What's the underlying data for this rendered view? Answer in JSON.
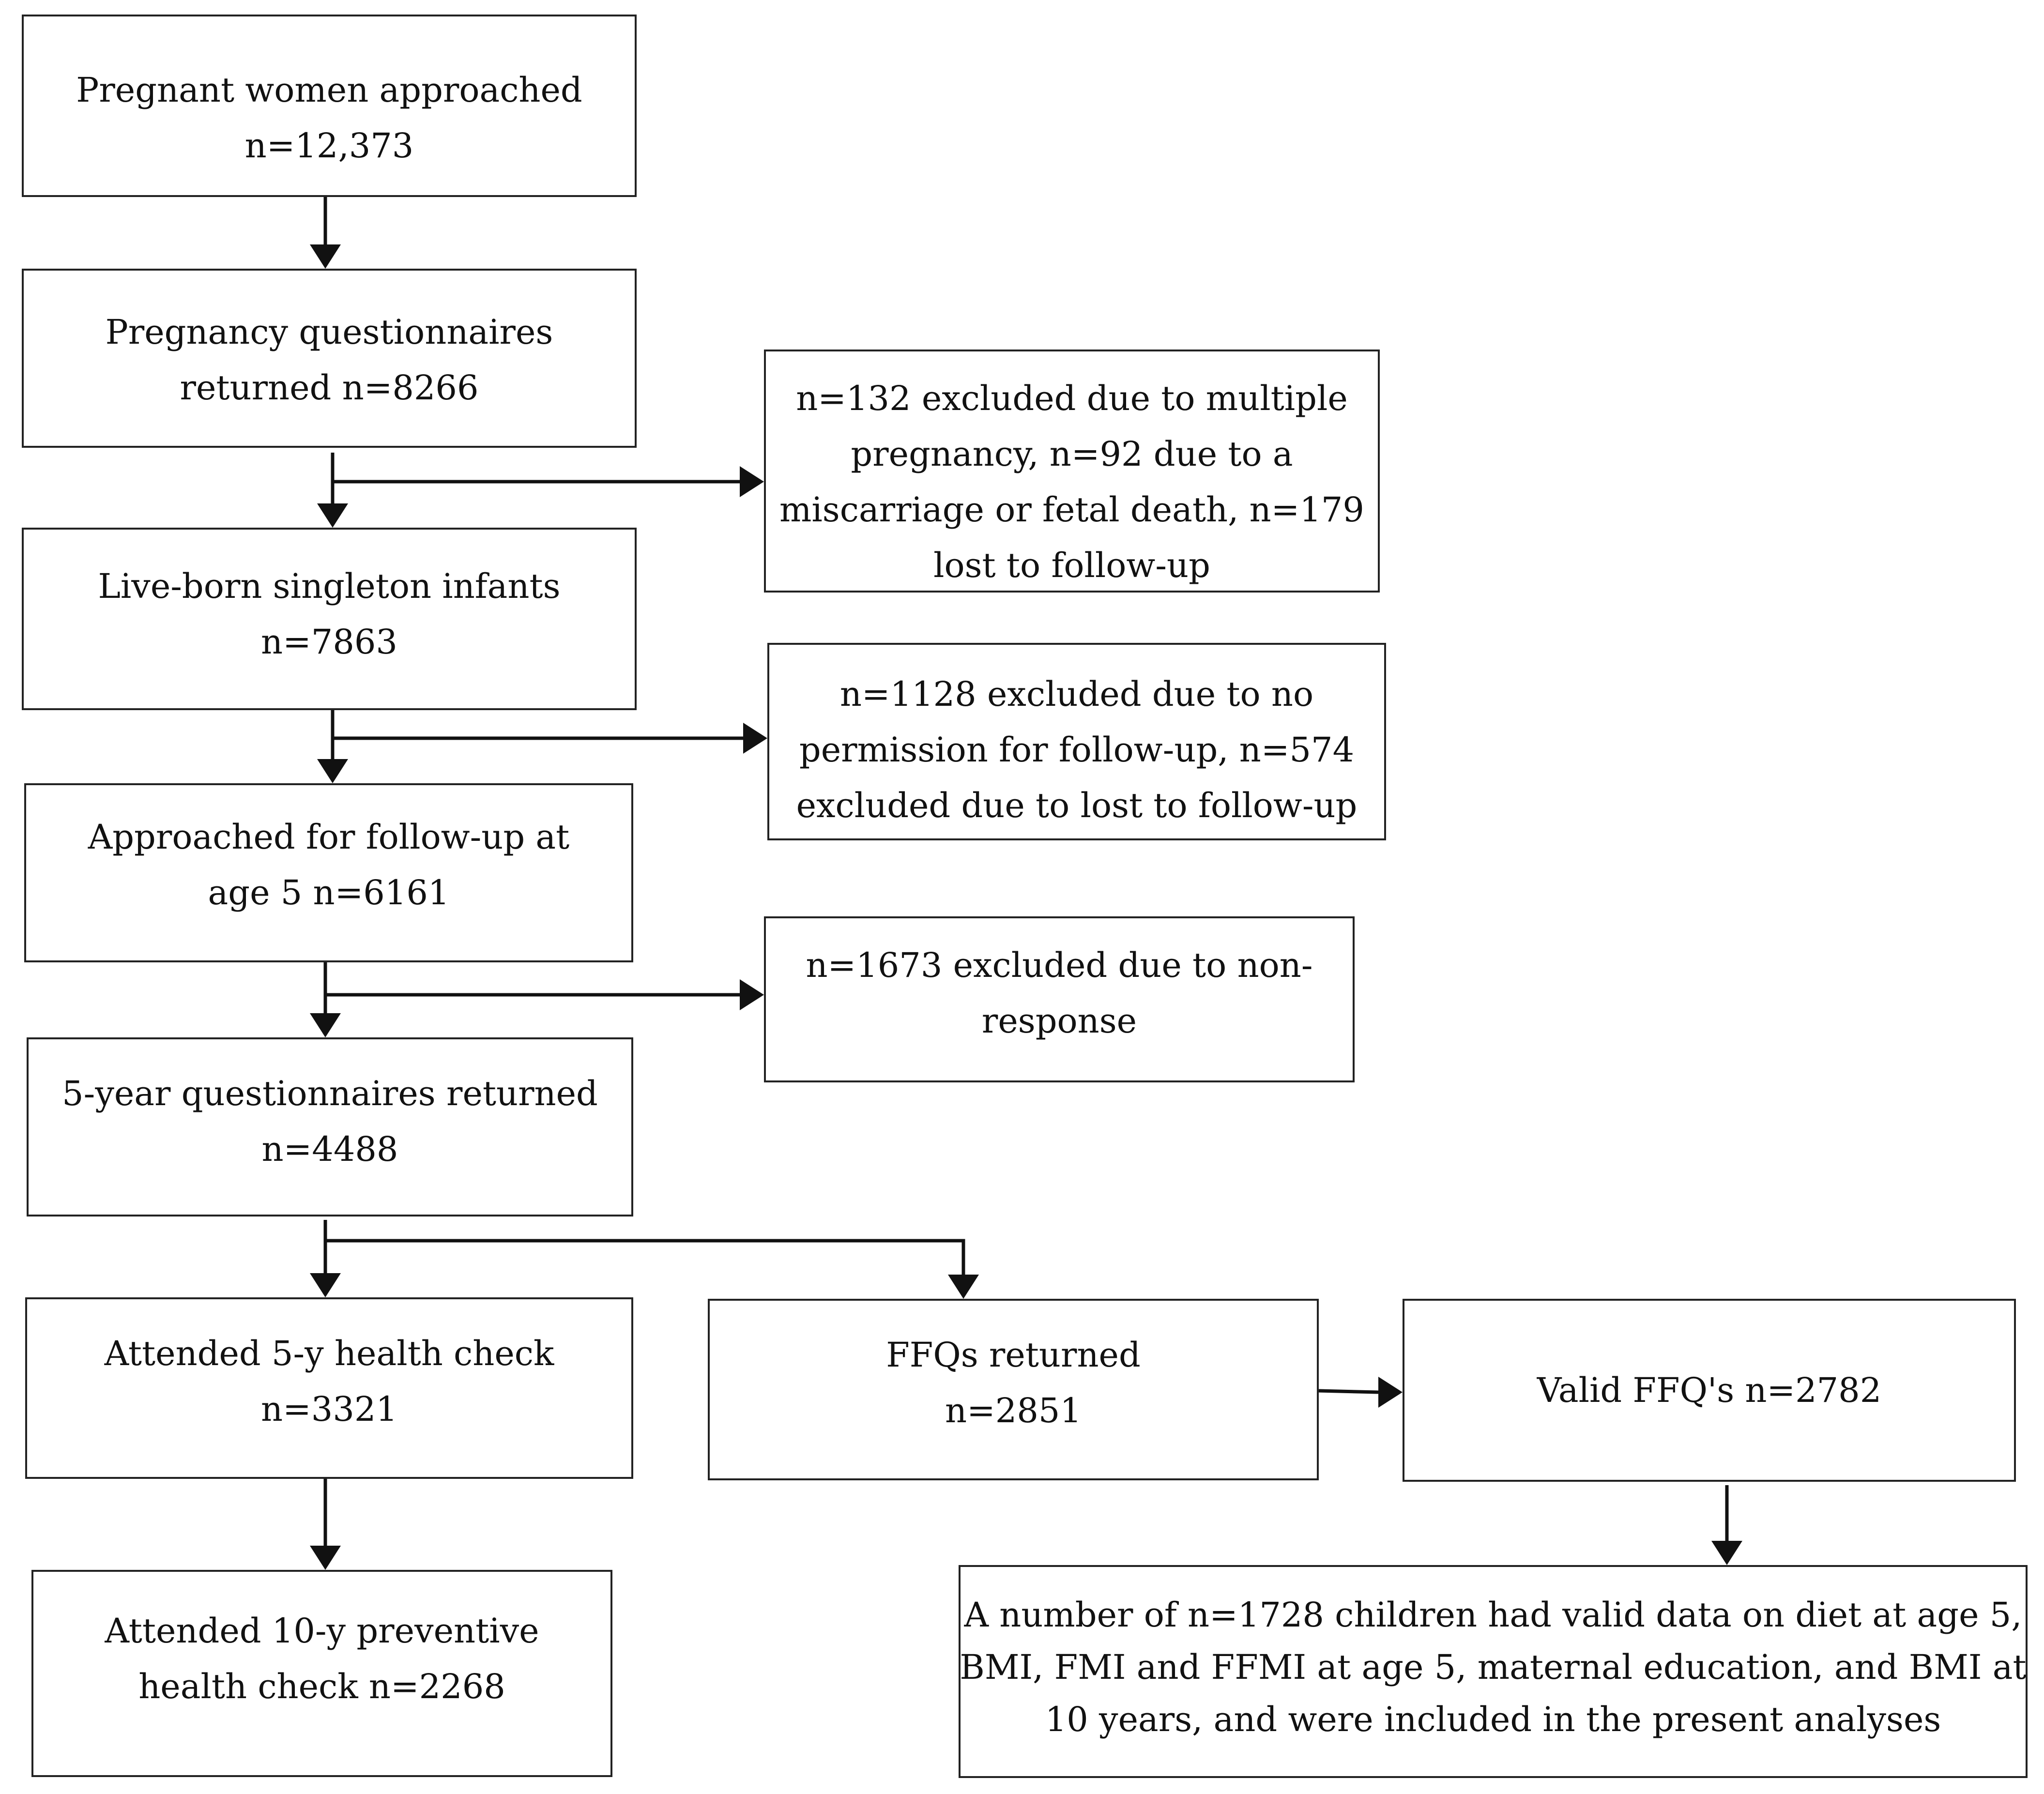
{
  "flowchart": {
    "approached": {
      "lines": [
        "Pregnant women approached",
        "n=12,373"
      ]
    },
    "pregnancy_q": {
      "lines": [
        "Pregnancy questionnaires",
        "returned n=8266"
      ]
    },
    "excl_1": {
      "lines": [
        "n=132 excluded due to multiple",
        "pregnancy, n=92 due to a",
        "miscarriage or fetal death, n=179",
        "lost to follow-up"
      ]
    },
    "liveborn": {
      "lines": [
        "Live-born singleton infants",
        "n=7863"
      ]
    },
    "excl_2": {
      "lines": [
        "n=1128 excluded due to no",
        "permission for follow-up, n=574",
        "excluded due to lost to follow-up"
      ]
    },
    "followup5": {
      "lines": [
        "Approached for follow-up at",
        "age 5 n=6161"
      ]
    },
    "excl_3": {
      "lines": [
        "n=1673 excluded due to non-",
        "response"
      ]
    },
    "q5_returned": {
      "lines": [
        "5-year questionnaires returned",
        "n=4488"
      ]
    },
    "check5": {
      "lines": [
        "Attended 5-y health check",
        "n=3321"
      ]
    },
    "ffq_returned": {
      "lines": [
        "FFQs returned",
        "n=2851"
      ]
    },
    "ffq_valid": {
      "lines": [
        "Valid FFQ's n=2782"
      ]
    },
    "check10": {
      "lines": [
        "Attended 10-y preventive",
        "health check n=2268"
      ]
    },
    "final": {
      "lines": [
        "A number of n=1728 children had valid data on diet at age 5,",
        "BMI, FMI and FFMI at age 5, maternal education, and BMI at",
        "10 years, and were included in the present analyses"
      ]
    }
  }
}
